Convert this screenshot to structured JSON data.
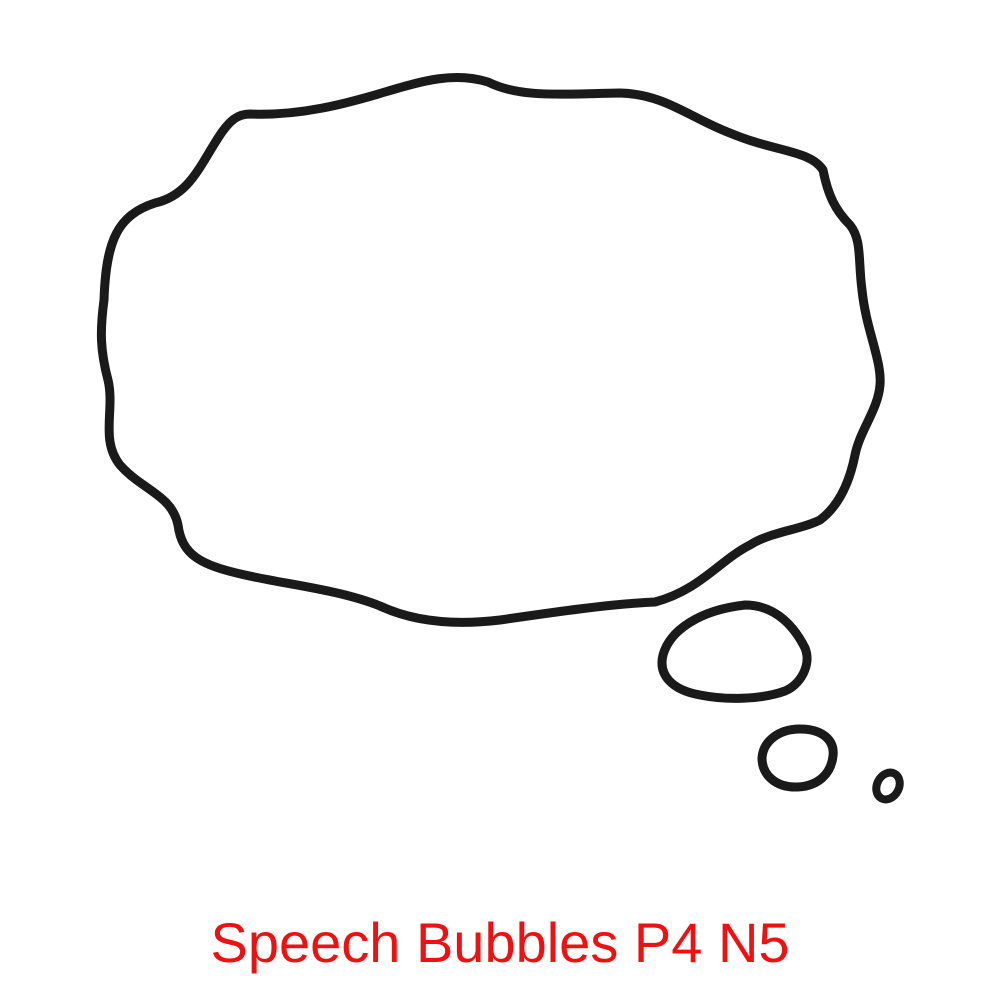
{
  "illustration": {
    "subject": "thought-bubble",
    "stroke_color": "#1a1a1a",
    "fill_color": "#ffffff",
    "trail_bubbles": 3
  },
  "caption": {
    "text": "Speech Bubbles P4 N5",
    "color": "#ee1111"
  }
}
